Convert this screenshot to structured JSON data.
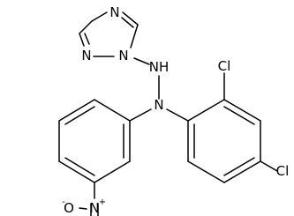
{
  "molecule": {
    "atoms": {
      "triazole_n_top": "N",
      "triazole_n_bottom": "N",
      "triazole_n_attached": "N",
      "hydrazine_nh": "NH",
      "hydrazine_n": "N",
      "chloro_ortho": "Cl",
      "chloro_para": "Cl",
      "nitro_n": "N",
      "nitro_o_top": "O",
      "nitro_o_left": "O"
    },
    "charges": {
      "nitro_n_charge": "+",
      "nitro_o_left_charge": "-"
    }
  }
}
